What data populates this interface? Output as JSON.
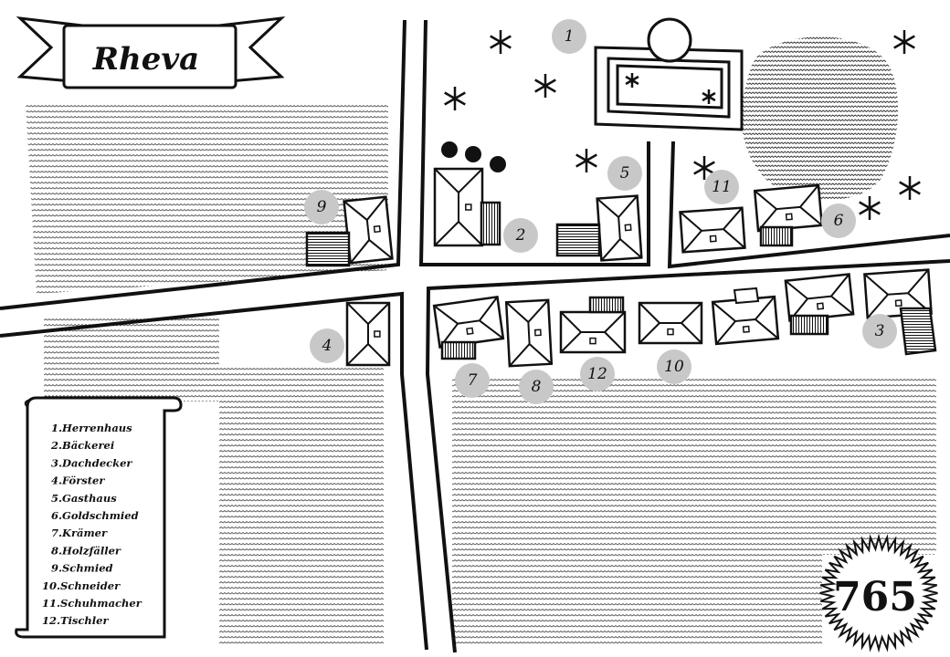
{
  "map_title": "Rheva",
  "legend": [
    {
      "id": 1,
      "label": "1.Herrenhaus"
    },
    {
      "id": 2,
      "label": "2.Bäckerei"
    },
    {
      "id": 3,
      "label": "3.Dachdecker"
    },
    {
      "id": 4,
      "label": "4.Förster"
    },
    {
      "id": 5,
      "label": "5.Gasthaus"
    },
    {
      "id": 6,
      "label": "6.Goldschmied"
    },
    {
      "id": 7,
      "label": "7.Krämer"
    },
    {
      "id": 8,
      "label": "8.Holzfäller"
    },
    {
      "id": 9,
      "label": "9.Schmied"
    },
    {
      "id": 10,
      "label": "10.Schneider"
    },
    {
      "id": 11,
      "label": "11.Schuhmacher"
    },
    {
      "id": 12,
      "label": "12.Tischler"
    }
  ],
  "markers": [
    "1",
    "2",
    "3",
    "4",
    "5",
    "6",
    "7",
    "8",
    "9",
    "10",
    "11",
    "12"
  ],
  "page_badge": "765",
  "colors": {
    "ink": "#111111",
    "marker_fill": "#c8c8c8",
    "paper": "#ffffff"
  },
  "icons": {
    "tree": "asterisk-tree-icon",
    "bush": "round-bush-icon",
    "house": "hip-roof-house-icon"
  }
}
